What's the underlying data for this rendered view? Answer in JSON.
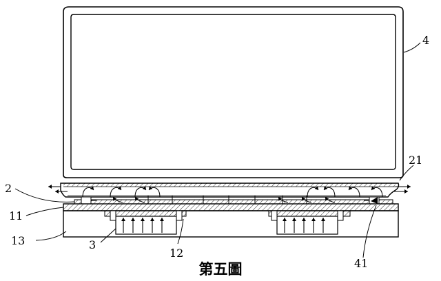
{
  "labels": {
    "ref_4": "4",
    "ref_21": "21",
    "ref_2": "2",
    "ref_11": "11",
    "ref_13": "13",
    "ref_3": "3",
    "ref_12": "12",
    "ref_41": "41"
  },
  "caption": "第五圖",
  "colors": {
    "ink": "#000000",
    "paper": "#ffffff"
  },
  "icons": {
    "airflow": "arrow-icon"
  }
}
